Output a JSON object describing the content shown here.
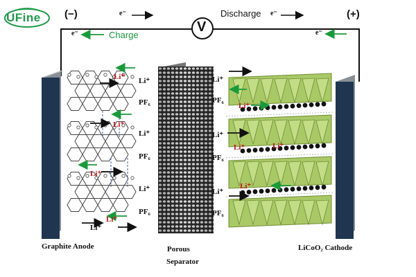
{
  "logo": {
    "text": "UFine"
  },
  "polarity": {
    "negative": "(−)",
    "positive": "(+)"
  },
  "circuit": {
    "voltmeter_symbol": "V",
    "discharge_label": "Discharge",
    "charge_label": "Charge",
    "electron": "e⁻"
  },
  "ions": {
    "lithium": "Li⁺",
    "pf6": "PF₆"
  },
  "components": {
    "anode": "Graphite Anode",
    "separator_line1": "Porous",
    "separator_line2": "Separator",
    "cathode": "LiCoO₂ Cathode"
  },
  "colors": {
    "wire": "#111111",
    "electrode_front": "#1f3550",
    "electrode_side": "#8a8f96",
    "charge_arrow": "#1a9a3a",
    "discharge_arrow": "#111111",
    "lithium_red": "#c0161c",
    "cathode_green": "#a9c866",
    "logo_green": "#1f9a4a"
  }
}
